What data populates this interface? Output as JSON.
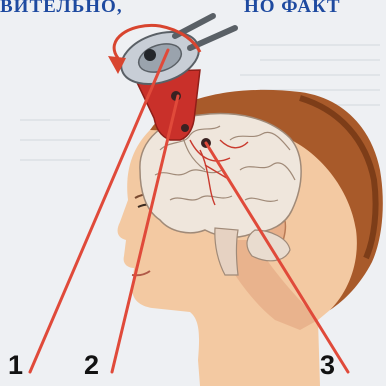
{
  "headline": {
    "left_fragment": "ВИТЕЛЬНО,",
    "right_fragment": "НО ФАКТ"
  },
  "markers": [
    "1",
    "2",
    "3"
  ],
  "colors": {
    "headline": "#1e4aa0",
    "pointer_lines": "#e04a3a",
    "skin": "#f3c9a2",
    "brain": "#efe6dc",
    "hair": "#a85a2a",
    "pineal_cone": "#c9302a"
  }
}
